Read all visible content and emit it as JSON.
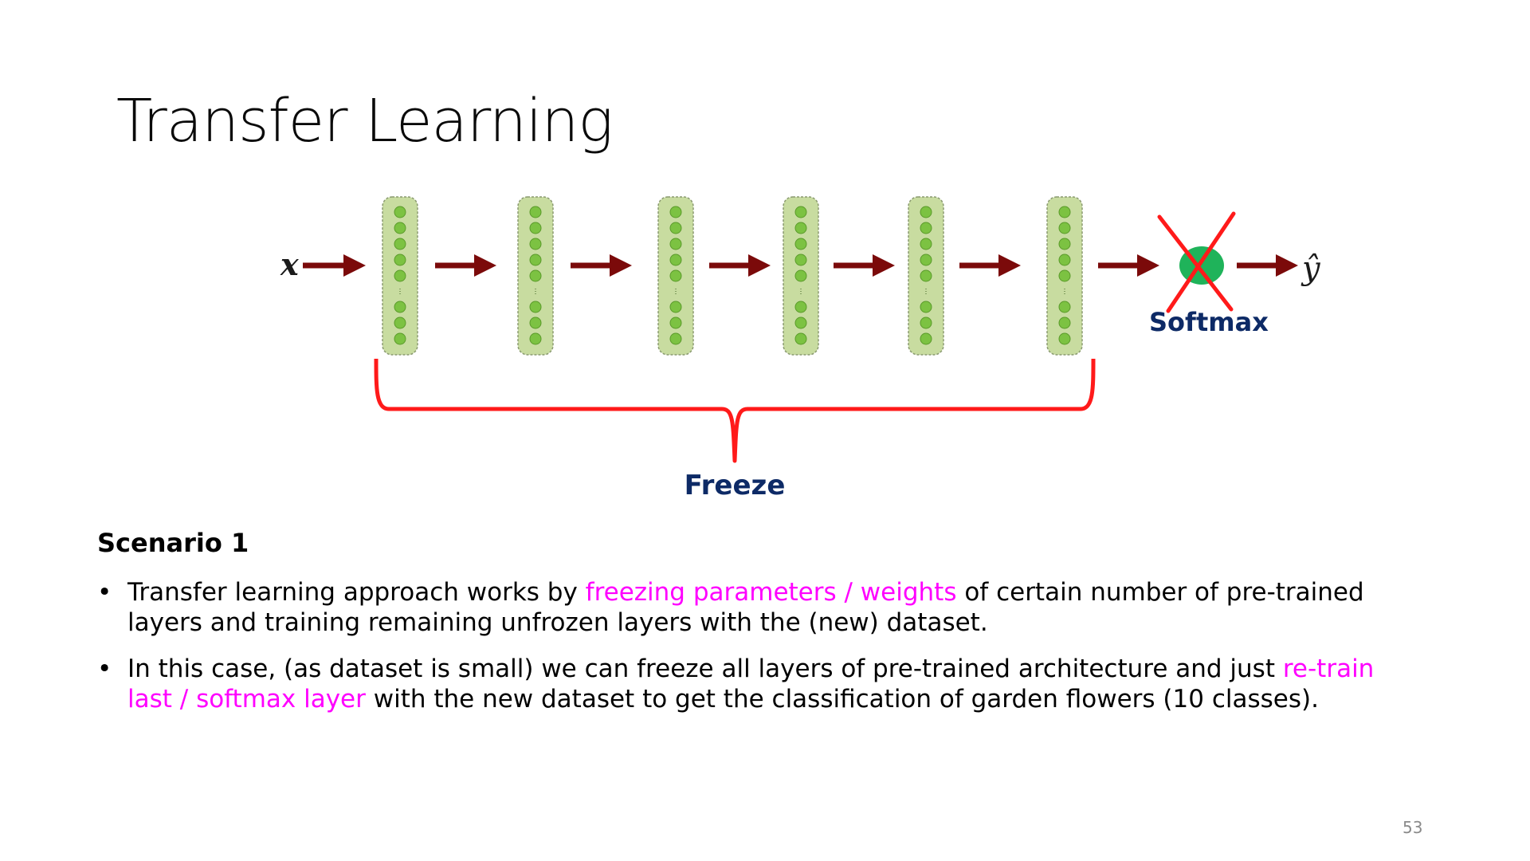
{
  "title": "Transfer Learning",
  "diagram": {
    "input_label": "x",
    "output_label": "ŷ",
    "softmax_label": "Softmax",
    "freeze_label": "Freeze",
    "hidden_layer_count": 6,
    "colors": {
      "layer_fill": "#c8dca0",
      "neuron": "#7cc242",
      "arrow": "#7b0a0a",
      "softmax_node": "#1fb35a",
      "cross": "#ff1a1a",
      "brace": "#ff1a1a",
      "label": "#0d2a66"
    }
  },
  "scenario": {
    "heading": "Scenario 1",
    "bullets": [
      {
        "marker": "•",
        "before": "Transfer learning approach works by ",
        "highlight": "freezing parameters / weights",
        "after": " of certain number of pre-trained layers and training remaining unfrozen layers with the (new) dataset."
      },
      {
        "marker": "•",
        "before": "In this case, (as dataset is small) we can freeze all layers of pre-trained architecture and just ",
        "highlight": "re-train last / softmax layer",
        "after": " with the new dataset to get the classification of garden flowers (10 classes)."
      }
    ]
  },
  "page_number": "53"
}
